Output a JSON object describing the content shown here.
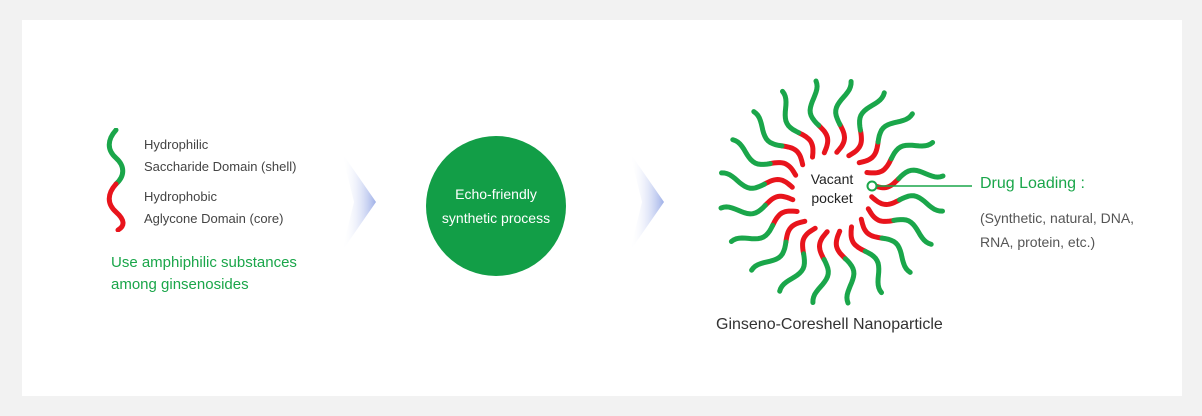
{
  "legend": {
    "hydrophilic_title": "Hydrophilic",
    "hydrophilic_desc": "Saccharide Domain (shell)",
    "hydrophobic_title": "Hydrophobic",
    "hydrophobic_desc": "Aglycone Domain (core)",
    "note_line1": "Use amphiphilic substances",
    "note_line2": "among ginsenosides"
  },
  "process": {
    "line1": "Echo-friendly",
    "line2": "synthetic process"
  },
  "nanoparticle": {
    "pocket_line1": "Vacant",
    "pocket_line2": "pocket",
    "caption": "Ginseno-Coreshell Nanoparticle",
    "strand_count": 20
  },
  "drug": {
    "title": "Drug Loading :",
    "desc_line1": "(Synthetic, natural, DNA,",
    "desc_line2": "RNA, protein, etc.)"
  },
  "colors": {
    "hydrophilic": "#1aa64a",
    "hydrophobic": "#e8141c",
    "process_circle": "#129e47",
    "arrow": "#b8c4ee"
  }
}
